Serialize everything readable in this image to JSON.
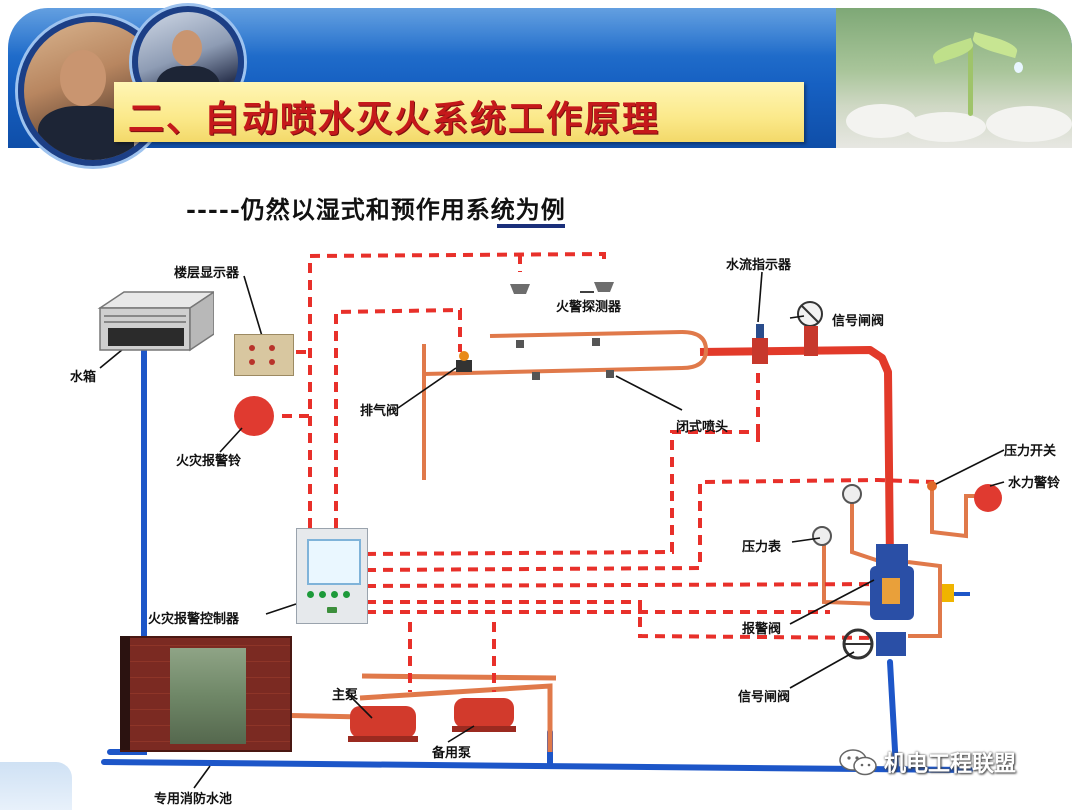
{
  "header": {
    "title": "二、自动喷水灭火系统工作原理",
    "subtitle": "-----仍然以湿式和预作用系统为例"
  },
  "diagram": {
    "labels": {
      "floor_display": "楼层显示器",
      "water_tank": "水箱",
      "fire_alarm_bell": "火灾报警铃",
      "fire_alarm_controller": "火灾报警控制器",
      "fire_pool": "专用消防水池",
      "main_pump": "主泵",
      "backup_pump": "备用泵",
      "exhaust_valve": "排气阀",
      "fire_detector": "火警探测器",
      "closed_sprinkler": "闭式喷头",
      "water_flow_indicator": "水流指示器",
      "signal_valve_top": "信号闸阀",
      "pressure_switch": "压力开关",
      "water_motor_gong": "水力警铃",
      "pressure_gauge": "压力表",
      "alarm_valve": "报警阀",
      "signal_valve_bottom": "信号闸阀"
    },
    "colors": {
      "water_pipe": "#1d56c8",
      "fire_pipe": "#e23a2a",
      "signal_line": "#e8302a",
      "sprinkler_branch": "#e0794a"
    }
  },
  "watermark": {
    "text": "机电工程联盟",
    "icon": "wechat-icon"
  }
}
